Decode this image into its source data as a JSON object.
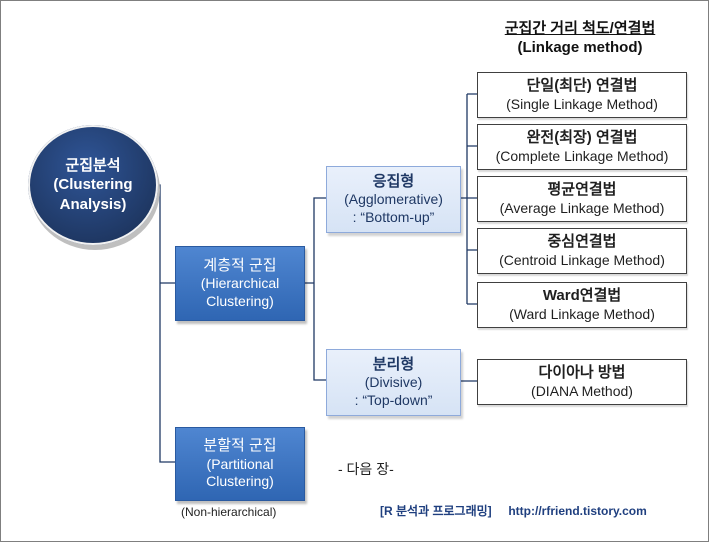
{
  "header": {
    "line1": "군집간 거리 척도/연결법",
    "line2": "(Linkage method)"
  },
  "root": {
    "line1": "군집분석",
    "line2": "(Clustering",
    "line3": "Analysis)"
  },
  "hierarchical": {
    "line1": "계층적 군집",
    "line2": "(Hierarchical",
    "line3": "Clustering)"
  },
  "partitional": {
    "line1": "분할적 군집",
    "line2": "(Partitional",
    "line3": "Clustering)",
    "note": "(Non-hierarchical)"
  },
  "agglomerative": {
    "line1": "응집형",
    "line2": "(Agglomerative)",
    "line3": ": “Bottom-up”"
  },
  "divisive": {
    "line1": "분리형",
    "line2": "(Divisive)",
    "line3": ": “Top-down”"
  },
  "linkage_methods": [
    {
      "korean": "단일(최단) 연결법",
      "english": "(Single Linkage Method)"
    },
    {
      "korean": "완전(최장) 연결법",
      "english": "(Complete Linkage Method)"
    },
    {
      "korean": "평균연결법",
      "english": "(Average Linkage Method)"
    },
    {
      "korean": "중심연결법",
      "english": "(Centroid Linkage Method)"
    },
    {
      "korean": "Ward연결법",
      "english": "(Ward Linkage Method)"
    }
  ],
  "diana": {
    "korean": "다이아나 방법",
    "english": "(DIANA Method)"
  },
  "next_page_note": "- 다음 장-",
  "footer": {
    "source": "[R 분석과 프로그래밍]",
    "url": "http://rfriend.tistory.com"
  },
  "colors": {
    "root_fill": "#1f3864",
    "blue_box": "#3a72c0",
    "light_box": "#dde8f7",
    "connector": "#1f3864",
    "footer_text": "#1f3f7f"
  }
}
